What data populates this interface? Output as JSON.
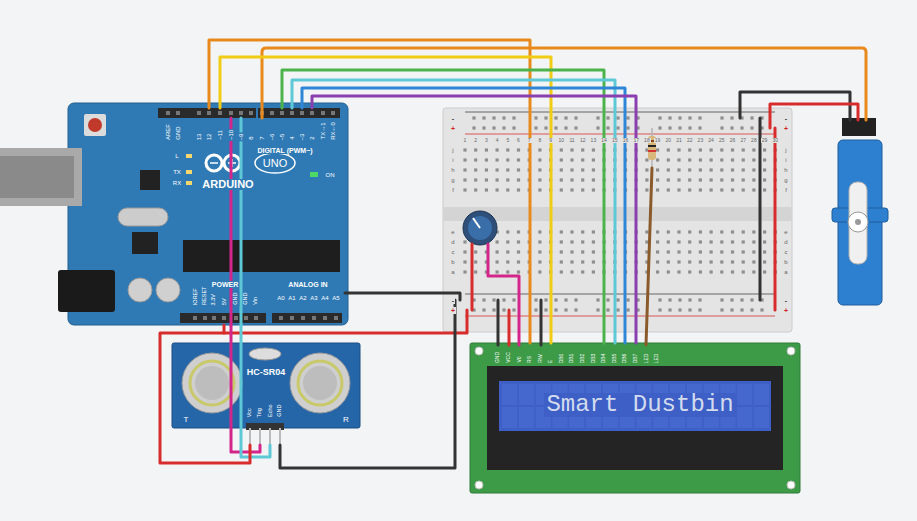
{
  "diagram": {
    "nodes": [
      {
        "text": [
          "ARDUINO",
          "UNO"
        ]
      },
      {
        "text": [
          "HC-SR04"
        ]
      },
      {
        "text": [
          "Smart Dustbin"
        ]
      }
    ],
    "edges": [
      {
        "from": 0,
        "to": 2,
        "arrow": "none"
      },
      {
        "from": 0,
        "to": 2,
        "arrow": "none"
      },
      {
        "from": 0,
        "to": 2,
        "arrow": "none"
      },
      {
        "from": 0,
        "to": 2,
        "arrow": "none"
      },
      {
        "from": 0,
        "to": 2,
        "arrow": "none"
      },
      {
        "from": 0,
        "to": 2,
        "arrow": "none"
      },
      {
        "from": 0,
        "to": 1,
        "arrow": "none"
      },
      {
        "from": 0,
        "to": 1,
        "arrow": "none"
      },
      {
        "from": 0,
        "to": 1,
        "arrow": "none"
      }
    ],
    "labels": [
      "AREF",
      "GND",
      "13",
      "12",
      "~11",
      "~10",
      "~9",
      "8",
      "7",
      "~6",
      "~5",
      "4",
      "~3",
      "2",
      "TX→1",
      "RX←0",
      "DIGITAL (PWM~)",
      "L",
      "TX",
      "RX",
      "ON",
      "IOREF",
      "RESET",
      "3.3V",
      "5V",
      "GND",
      "GND",
      "Vin",
      "POWER",
      "ANALOG IN",
      "A0",
      "A1",
      "A2",
      "A3",
      "A4",
      "A5",
      "j",
      "i",
      "h",
      "g",
      "f",
      "e",
      "d",
      "c",
      "b",
      "a",
      "j",
      "i",
      "h",
      "g",
      "f",
      "e",
      "d",
      "c",
      "b",
      "a",
      "1",
      "2",
      "3",
      "4",
      "5",
      "6",
      "7",
      "8",
      "9",
      "10",
      "11",
      "12",
      "13",
      "14",
      "15",
      "16",
      "17",
      "18",
      "19",
      "20",
      "21",
      "22",
      "23",
      "24",
      "25",
      "26",
      "27",
      "28",
      "29",
      "30",
      "-",
      "+",
      "-",
      "+",
      "-",
      "+",
      "-",
      "+",
      "Vcc",
      "Trig",
      "Echo",
      "GND",
      "T",
      "R",
      "GND",
      "VCC",
      "V0",
      "RS",
      "RW",
      "E",
      "DB0",
      "DB1",
      "DB2",
      "DB3",
      "DB4",
      "DB5",
      "DB6",
      "DB7",
      "LED",
      "LED"
    ]
  }
}
